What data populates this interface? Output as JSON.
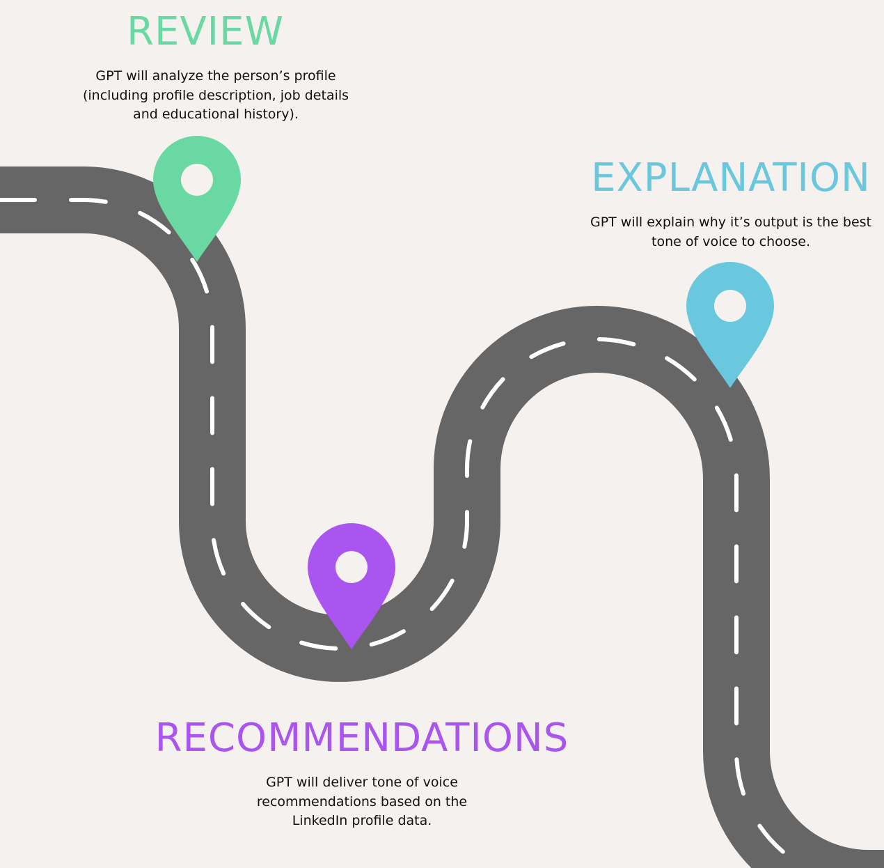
{
  "colors": {
    "background": "#f4f1ee",
    "road": "#666666",
    "lane_marking": "#ffffff",
    "review": "#6ad8a2",
    "explanation": "#6ac8de",
    "recommendations": "#aa55f0"
  },
  "steps": [
    {
      "key": "review",
      "title": "REVIEW",
      "description": "GPT will analyze the person’s profile (including profile description, job details and educational history).",
      "color": "#6ad8a2",
      "icon": "map-pin-icon"
    },
    {
      "key": "explanation",
      "title": "EXPLANATION",
      "description": "GPT will explain why it’s output is the best tone of voice to choose.",
      "color": "#6ac8de",
      "icon": "map-pin-icon"
    },
    {
      "key": "recommendations",
      "title": "RECOMMENDATIONS",
      "description": "GPT will deliver tone of voice recommendations based on the LinkedIn profile data.",
      "color": "#aa55f0",
      "icon": "map-pin-icon"
    }
  ]
}
